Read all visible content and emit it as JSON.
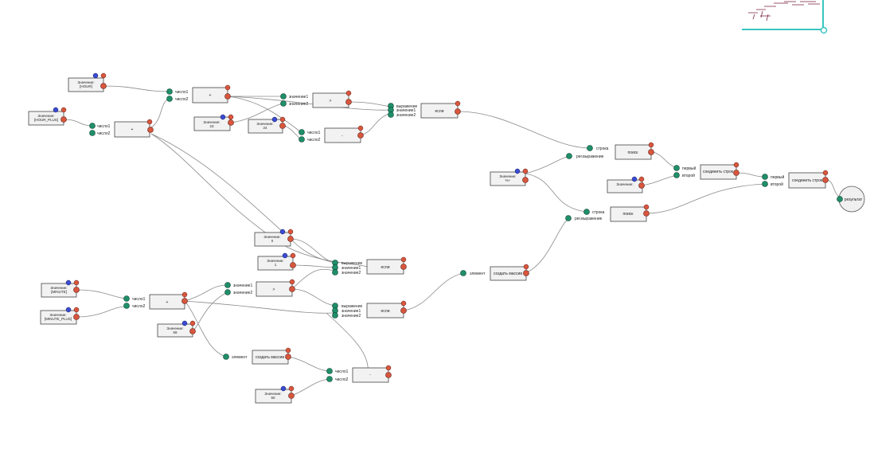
{
  "app": {
    "accent_color": "#39c5c1",
    "input_port_color": "#1f8f6a",
    "output_port_color": "#d9563e"
  },
  "values": {
    "hour": "Значение:\n[HOUR]",
    "hour_plus": "Значение:\n[HOUR_PLUS]",
    "v23": "Значение:\n23",
    "v24": "Значение:\n24",
    "v0": "Значение:\n0",
    "v1": "Значение:\n1",
    "minute": "Значение:\n[MINUTE]",
    "minute_plus": "Значение:\n[MINUTE_PLUS]",
    "v59": "Значение:\n59",
    "v60": "Значение:\n60",
    "colon": "Значение:\n%+"
  },
  "ops": {
    "plus": "+",
    "gt": ">",
    "minus": "-",
    "if": "если",
    "replace": "поиск",
    "join": "соединить строк",
    "make_list": "создать массив"
  },
  "ports": {
    "num1": "число1",
    "num2": "число2",
    "val1": "значение1",
    "val2": "значение2",
    "expr": "выражение",
    "string": "строка",
    "regex": "рег.выражение",
    "first": "первый",
    "second": "второй",
    "element": "элемент",
    "result": "результат"
  }
}
